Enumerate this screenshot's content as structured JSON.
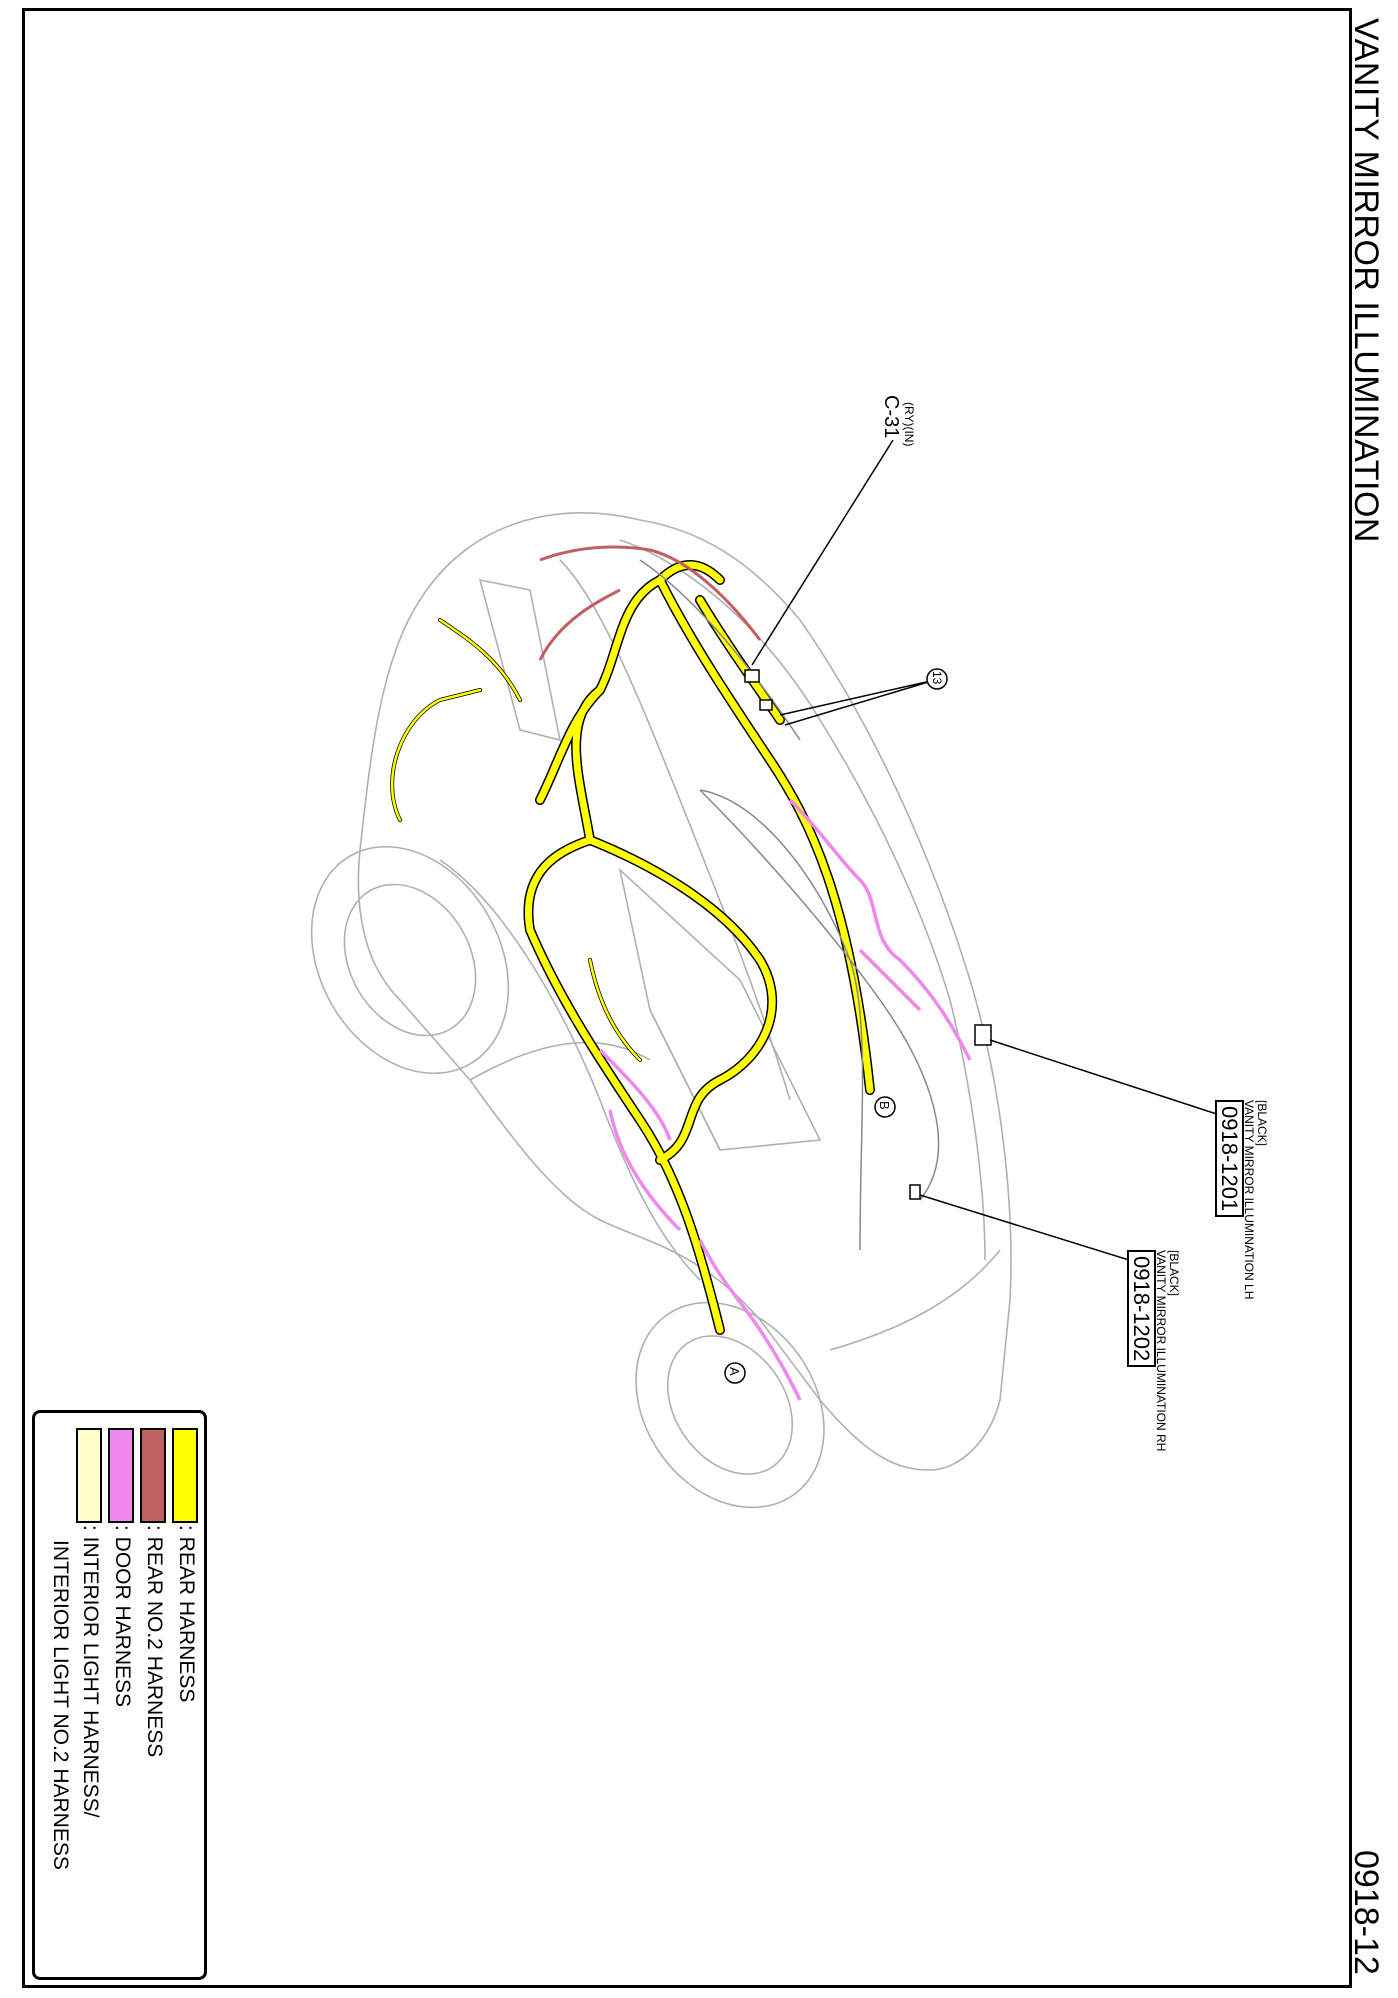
{
  "page": {
    "title": "VANITY MIRROR ILLUMINATION",
    "page_number": "0918-12"
  },
  "callouts": {
    "c31_spec": "(RY)(IN)",
    "c31_id": "C-31",
    "ground_marker": "13",
    "marker_a": "A",
    "marker_b": "B"
  },
  "connectors": [
    {
      "color_tag": "[BLACK]",
      "name": "VANITY MIRROR ILLUMINATION LH",
      "code": "0918-1201"
    },
    {
      "color_tag": "[BLACK]",
      "name": "VANITY MIRROR ILLUMINATION RH",
      "code": "0918-1202"
    }
  ],
  "legend": [
    {
      "label": ": REAR HARNESS",
      "color": "#ffff00"
    },
    {
      "label": ": REAR NO.2 HARNESS",
      "color": "#c06060"
    },
    {
      "label": ": DOOR HARNESS",
      "color": "#ee88ee"
    },
    {
      "label": ": INTERIOR LIGHT HARNESS/",
      "label2": "INTERIOR LIGHT NO.2 HARNESS",
      "color": "#ffffcc"
    }
  ],
  "colors": {
    "rear_harness": "#ffff00",
    "rear_no2_harness": "#c06060",
    "door_harness": "#ee88ee",
    "interior_light_harness": "#ffffcc",
    "outline": "#b0b0b0"
  }
}
